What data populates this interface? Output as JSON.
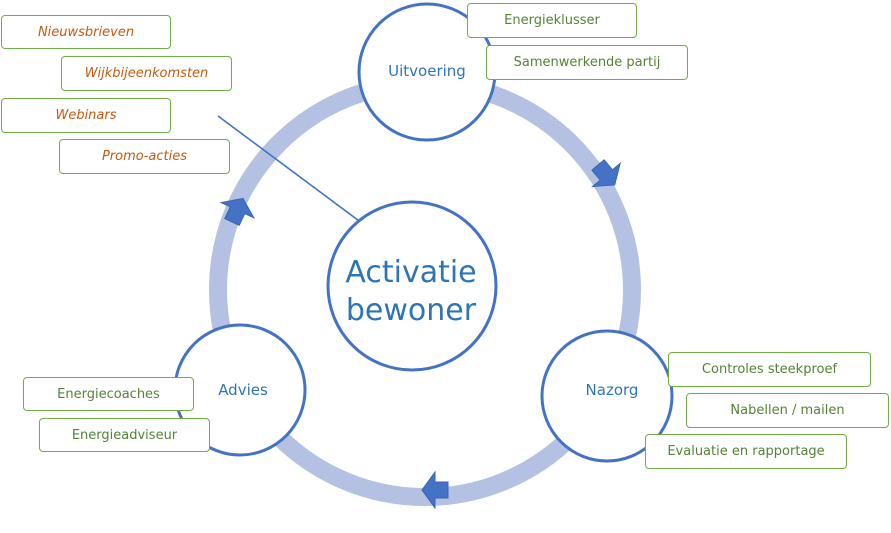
{
  "center": {
    "line1": "Activatie",
    "line2": "bewoner"
  },
  "nodes": {
    "uitvoering": "Uitvoering",
    "nazorg": "Nazorg",
    "advies": "Advies"
  },
  "uitvoering_items": [
    "Energieklusser",
    "Samenwerkende partij"
  ],
  "nazorg_items": [
    "Controles steekproef",
    "Nabellen / mailen",
    "Evaluatie en rapportage"
  ],
  "advies_items": [
    "Energiecoaches",
    "Energieadviseur"
  ],
  "activatie_items": [
    "Nieuwsbrieven",
    "Wijkbijeenkomsten",
    "Webinars",
    "Promo-acties"
  ],
  "colors": {
    "ring": "#b4c1e3",
    "circle_stroke": "#4472c4",
    "text_blue": "#2e75b6",
    "box_border": "#70ad47",
    "box_text_green": "#548235",
    "box_text_orange": "#c55a11"
  }
}
